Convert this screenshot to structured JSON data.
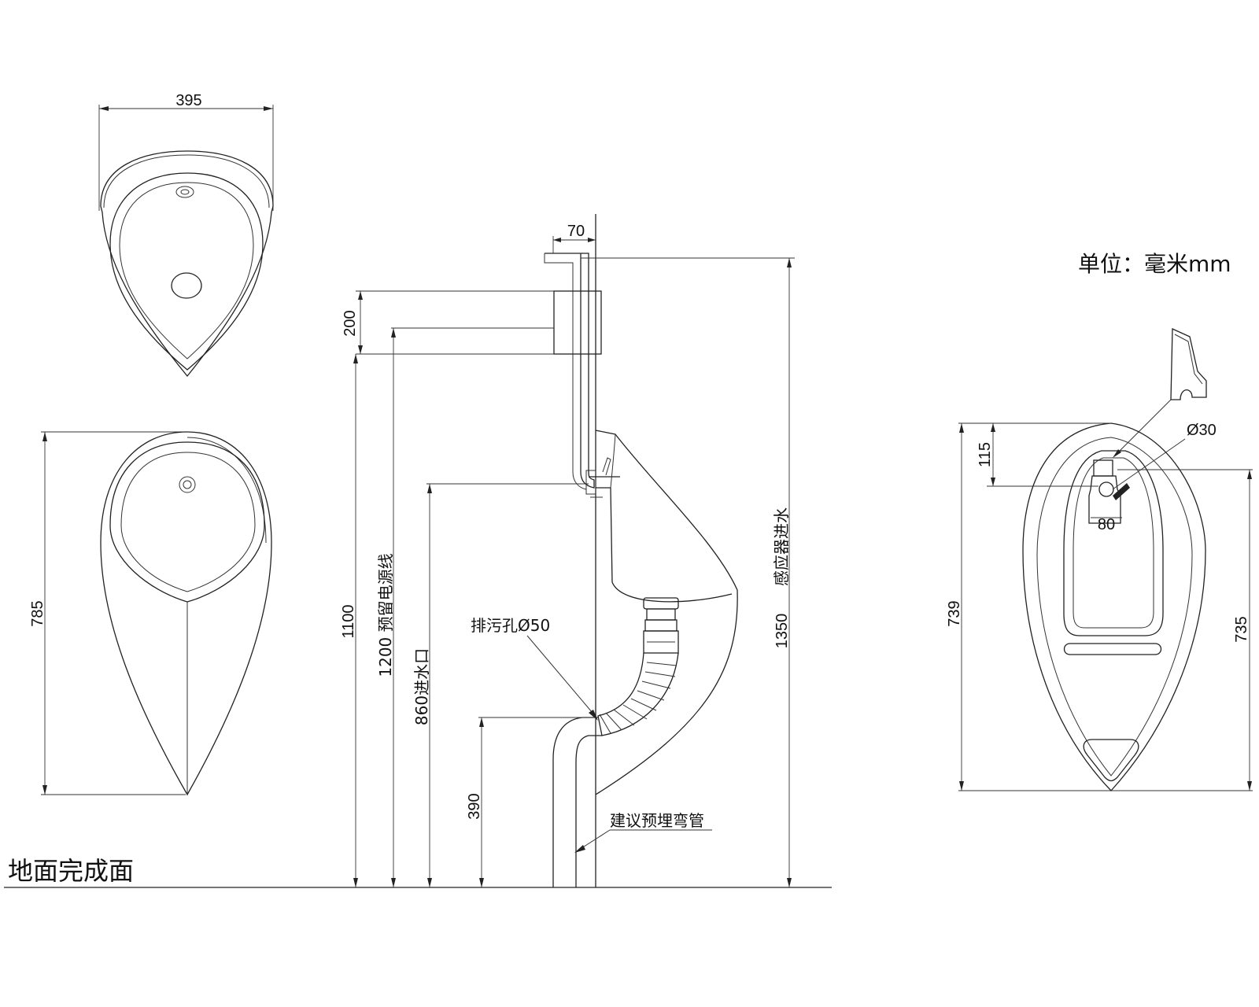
{
  "unit_label": "单位：毫米mm",
  "floor_label": "地面完成面",
  "top_view": {
    "width_dim": "395"
  },
  "front_view": {
    "height_dim": "785"
  },
  "side_view": {
    "dim_70": "70",
    "dim_200": "200",
    "dim_1100": "1100",
    "power_line": "1200 预留电源线",
    "water_inlet": "860进水口",
    "dim_390": "390",
    "sensor_inlet": "感应器进水",
    "dim_1350": "1350",
    "drain_hole": "排污孔Ø50",
    "embedded_pipe": "建议预埋弯管"
  },
  "back_view": {
    "dim_115": "115",
    "dim_739": "739",
    "dim_735": "735",
    "dim_80": "80",
    "dim_30": "Ø30"
  }
}
